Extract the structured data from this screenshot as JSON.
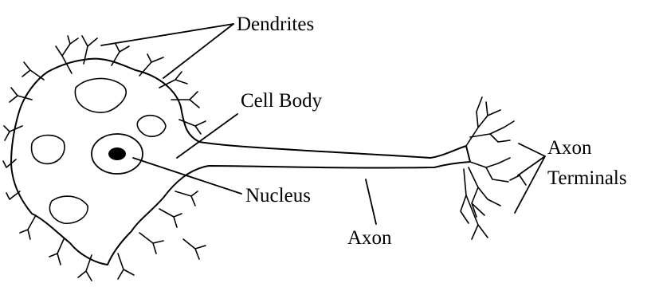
{
  "labels": {
    "dendrites": "Dendrites",
    "cell_body": "Cell Body",
    "nucleus": "Nucleus",
    "axon": "Axon",
    "axon_terminals_line1": "Axon",
    "axon_terminals_line2": "Terminals"
  },
  "colors": {
    "ink": "#000000",
    "background": "#ffffff"
  }
}
